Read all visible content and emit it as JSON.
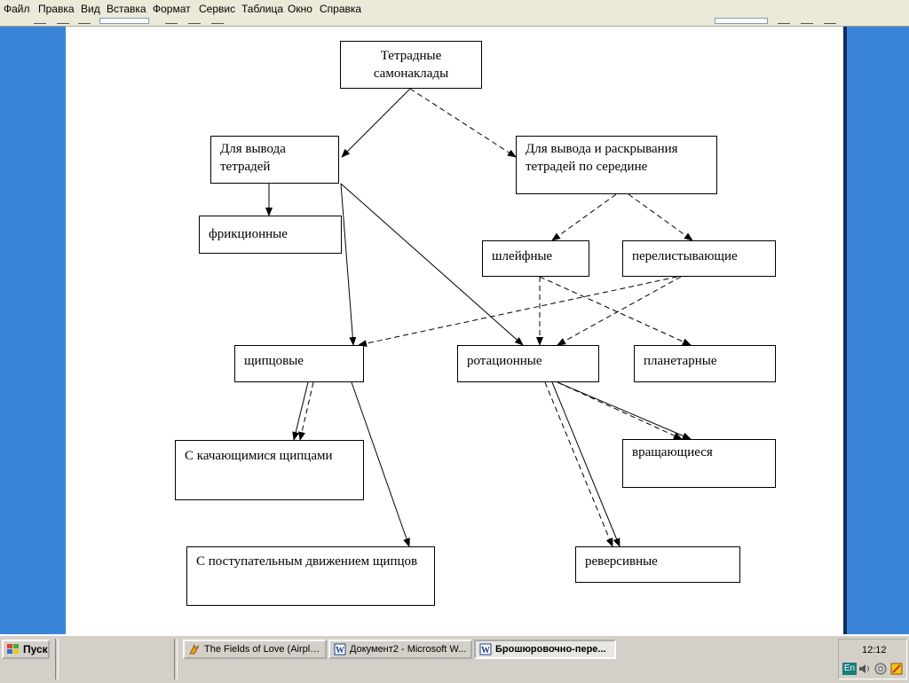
{
  "menu": [
    "Файл",
    "Правка",
    "Вид",
    "Вставка",
    "Формат",
    "Сервис",
    "Таблица",
    "Окно",
    "Справка"
  ],
  "diagram": {
    "nodes": {
      "root": "Тетрадные самонаклады",
      "output": "Для вывода тетрадей",
      "output_open": "Для вывода и раскрывания тетрадей по середине",
      "friction": "фрикционные",
      "shingle": "шлейфные",
      "page_turning": "перелистывающие",
      "gripper": "щипцовые",
      "rotary": "ротационные",
      "planetary": "планетарные",
      "swinging_grippers": "С качающимися щипцами",
      "translational_grippers": "С поступательным движением щипцов",
      "rotating": "вращающиеся",
      "reversible": "реверсивные"
    }
  },
  "taskbar": {
    "start_label": "Пуск",
    "tasks": [
      {
        "label": "The Fields of Love (Airpla...",
        "icon": "winamp-icon",
        "active": false
      },
      {
        "label": "Документ2 - Microsoft W...",
        "icon": "word-icon",
        "active": false
      },
      {
        "label": "Брошюровочно-пере...",
        "icon": "word-icon",
        "active": true
      }
    ],
    "clock": "12:12",
    "language": "En"
  },
  "colors": {
    "desktop_blue": "#3a85d9",
    "taskbar_gray": "#d4d0c8",
    "page_white": "#ffffff"
  }
}
